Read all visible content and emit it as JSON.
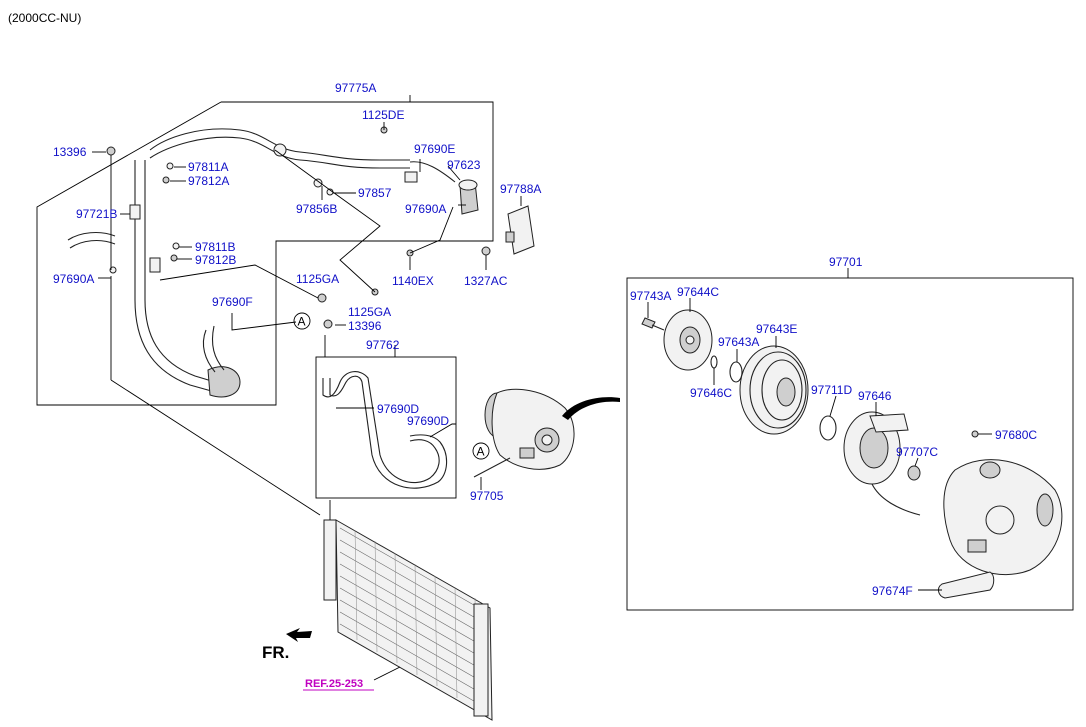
{
  "header": {
    "engine_note": "(2000CC-NU)"
  },
  "labels": {
    "l97775A": "97775A",
    "l1125DE": "1125DE",
    "l13396a": "13396",
    "l97811A": "97811A",
    "l97812A": "97812A",
    "l97690E": "97690E",
    "l97623": "97623",
    "l97856B": "97856B",
    "l97857": "97857",
    "l97690A1": "97690A",
    "l97788A": "97788A",
    "l97721B": "97721B",
    "l97811B": "97811B",
    "l97812B": "97812B",
    "l1140EX": "1140EX",
    "l1327AC": "1327AC",
    "l97690A2": "97690A",
    "l1125GA1": "1125GA",
    "l97690F": "97690F",
    "l1125GA2": "1125GA",
    "l13396b": "13396",
    "l97762": "97762",
    "l97690D1": "97690D",
    "l97690D2": "97690D",
    "l97705": "97705",
    "l97701": "97701",
    "l97743A": "97743A",
    "l97644C": "97644C",
    "l97643A": "97643A",
    "l97643E": "97643E",
    "l97646C": "97646C",
    "l97711D": "97711D",
    "l97646": "97646",
    "l97707C": "97707C",
    "l97680C": "97680C",
    "l97674F": "97674F"
  },
  "callouts": {
    "a1": "A",
    "a2": "A"
  },
  "ref_label": "REF.25-253",
  "front_label": "FR.",
  "colors": {
    "part_number": "#1010c8",
    "reference": "#c000c0",
    "line": "#000000"
  }
}
